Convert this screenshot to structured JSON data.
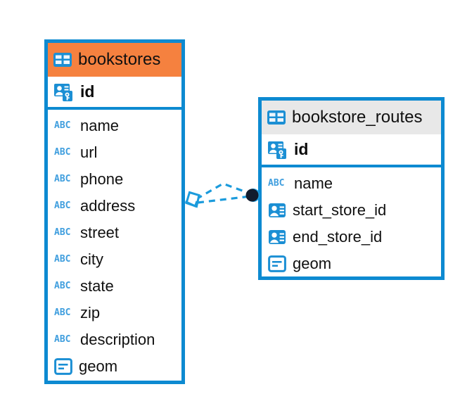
{
  "diagram": {
    "type": "entity-relationship-diagram",
    "colors": {
      "entity_border": "#0d8ad1",
      "header_accent": "#f5813f",
      "header_neutral": "#e8e8e8",
      "icon_blue": "#1b8fd4",
      "abc_blue": "#3f9ede",
      "connector_line": "#1b9bdc",
      "connector_endpoint": "#111c2e",
      "text": "#101010",
      "background": "#ffffff"
    },
    "entities": [
      {
        "id": "bookstores",
        "title": "bookstores",
        "header_style": "accent",
        "table_icon": "table-icon",
        "primary_key": {
          "label": "id",
          "icon": "primary-key-icon"
        },
        "fields": [
          {
            "label": "name",
            "icon": "text-type-icon"
          },
          {
            "label": "url",
            "icon": "text-type-icon"
          },
          {
            "label": "phone",
            "icon": "text-type-icon"
          },
          {
            "label": "address",
            "icon": "text-type-icon"
          },
          {
            "label": "street",
            "icon": "text-type-icon"
          },
          {
            "label": "city",
            "icon": "text-type-icon"
          },
          {
            "label": "state",
            "icon": "text-type-icon"
          },
          {
            "label": "zip",
            "icon": "text-type-icon"
          },
          {
            "label": "description",
            "icon": "text-type-icon"
          },
          {
            "label": "geom",
            "icon": "geometry-type-icon"
          }
        ]
      },
      {
        "id": "bookstore_routes",
        "title": "bookstore_routes",
        "header_style": "neutral",
        "table_icon": "table-icon",
        "primary_key": {
          "label": "id",
          "icon": "primary-key-icon"
        },
        "fields": [
          {
            "label": "name",
            "icon": "text-type-icon"
          },
          {
            "label": "start_store_id",
            "icon": "foreign-key-icon"
          },
          {
            "label": "end_store_id",
            "icon": "foreign-key-icon"
          },
          {
            "label": "geom",
            "icon": "geometry-type-icon"
          }
        ]
      }
    ],
    "relationship": {
      "source_entity": "bookstores",
      "target_entity": "bookstore_routes",
      "source_marker": "diamond-marker",
      "target_marker": "filled-circle-marker",
      "line_style": "dashed"
    }
  }
}
